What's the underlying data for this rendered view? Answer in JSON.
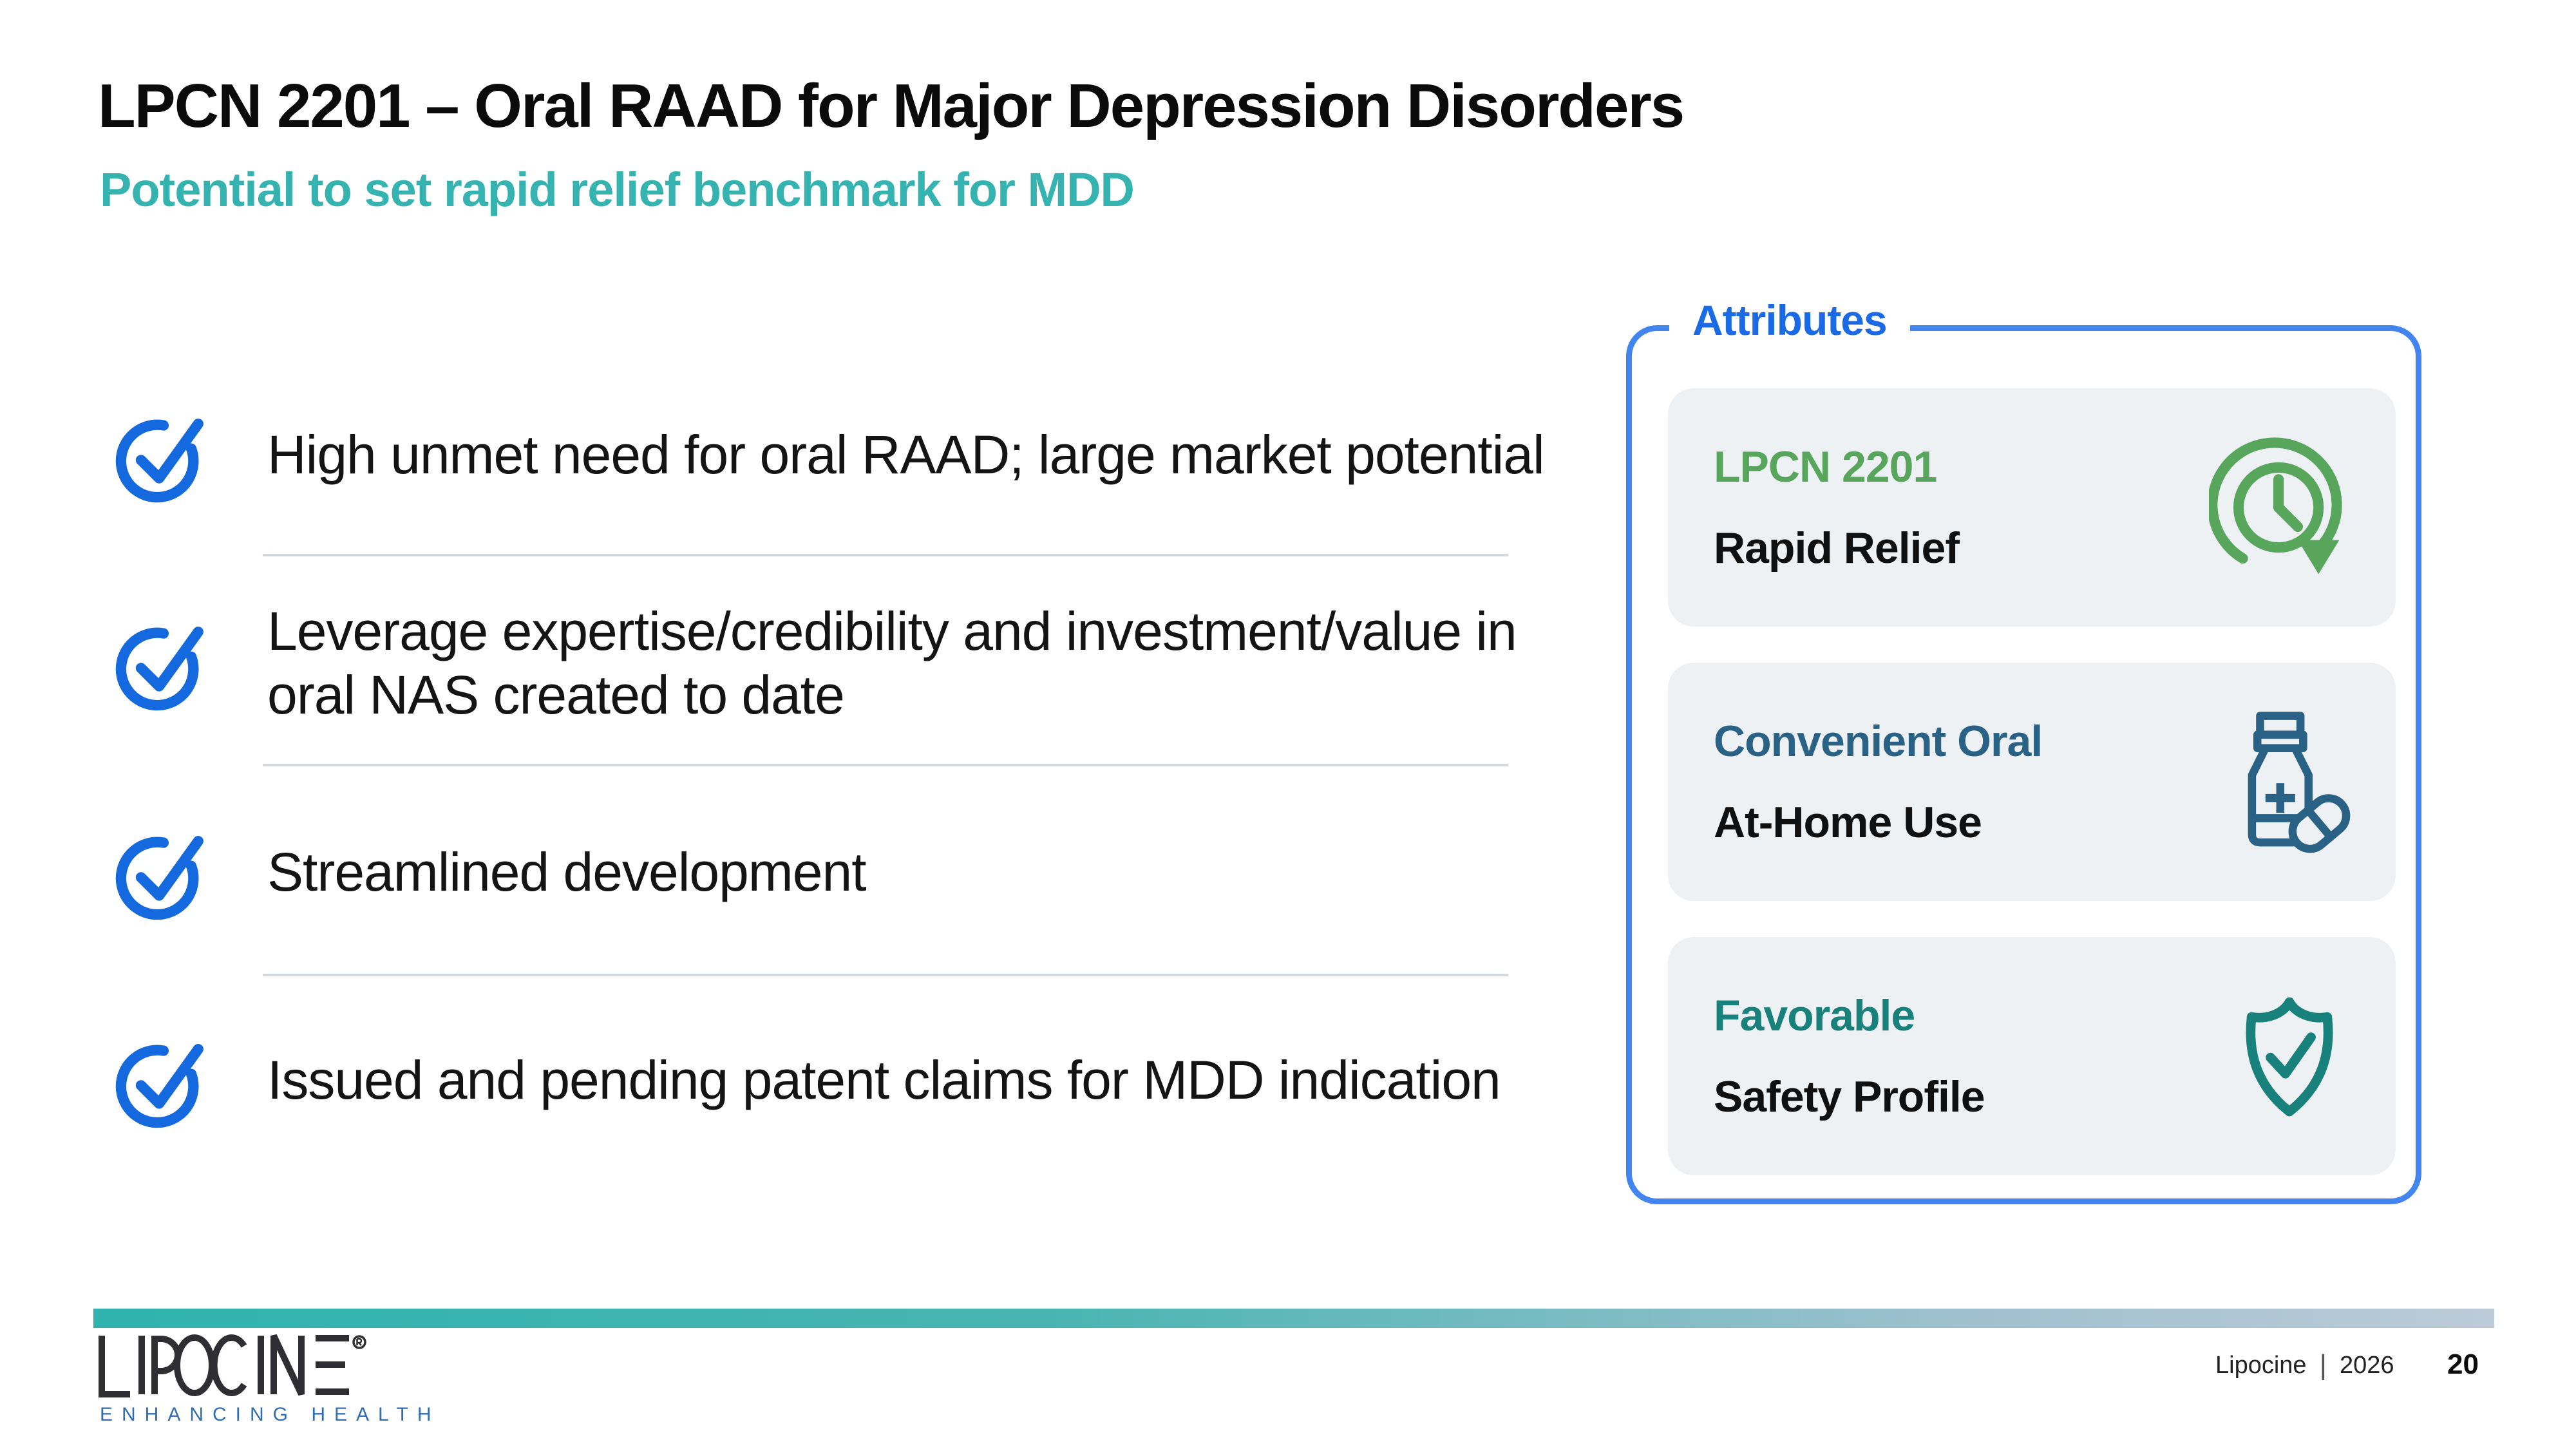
{
  "slide": {
    "title": "LPCN 2201 – Oral RAAD for Major Depression Disorders",
    "subtitle": "Potential to set rapid relief benchmark for MDD",
    "bullets": [
      {
        "lines": [
          "High unmet need for oral RAAD; large market potential"
        ]
      },
      {
        "lines": [
          "Leverage expertise/credibility and investment/value in",
          "oral NAS created to date"
        ]
      },
      {
        "lines": [
          "Streamlined development"
        ]
      },
      {
        "lines": [
          "Issued and pending patent claims for MDD indication"
        ]
      }
    ],
    "attributes_panel": {
      "label": "Attributes",
      "cards": [
        {
          "line1": "LPCN 2201",
          "line2": "Rapid Relief",
          "icon": "clock-history-icon",
          "accent": "#57a65c"
        },
        {
          "line1": "Convenient Oral",
          "line2": "At-Home Use",
          "icon": "medicine-bottle-icon",
          "accent": "#2a6285"
        },
        {
          "line1": "Favorable",
          "line2": "Safety Profile",
          "icon": "shield-check-icon",
          "accent": "#19817b"
        }
      ]
    },
    "footer": {
      "logo_text": "LIPOCINE",
      "logo_tagline": "ENHANCING HEALTH",
      "company": "Lipocine",
      "year": "2026",
      "page_number": "20"
    },
    "colors": {
      "checkmark_blue": "#1569df",
      "panel_border_blue": "#4285f0",
      "panel_label_blue": "#1a6ae6",
      "green_accent": "#57a65c",
      "steel_blue_accent": "#2a6285",
      "teal_accent": "#19817b",
      "subtitle_teal": "#35b3b0",
      "footer_bar_start": "#2fb3ae",
      "footer_bar_end": "#bccbd8"
    }
  }
}
